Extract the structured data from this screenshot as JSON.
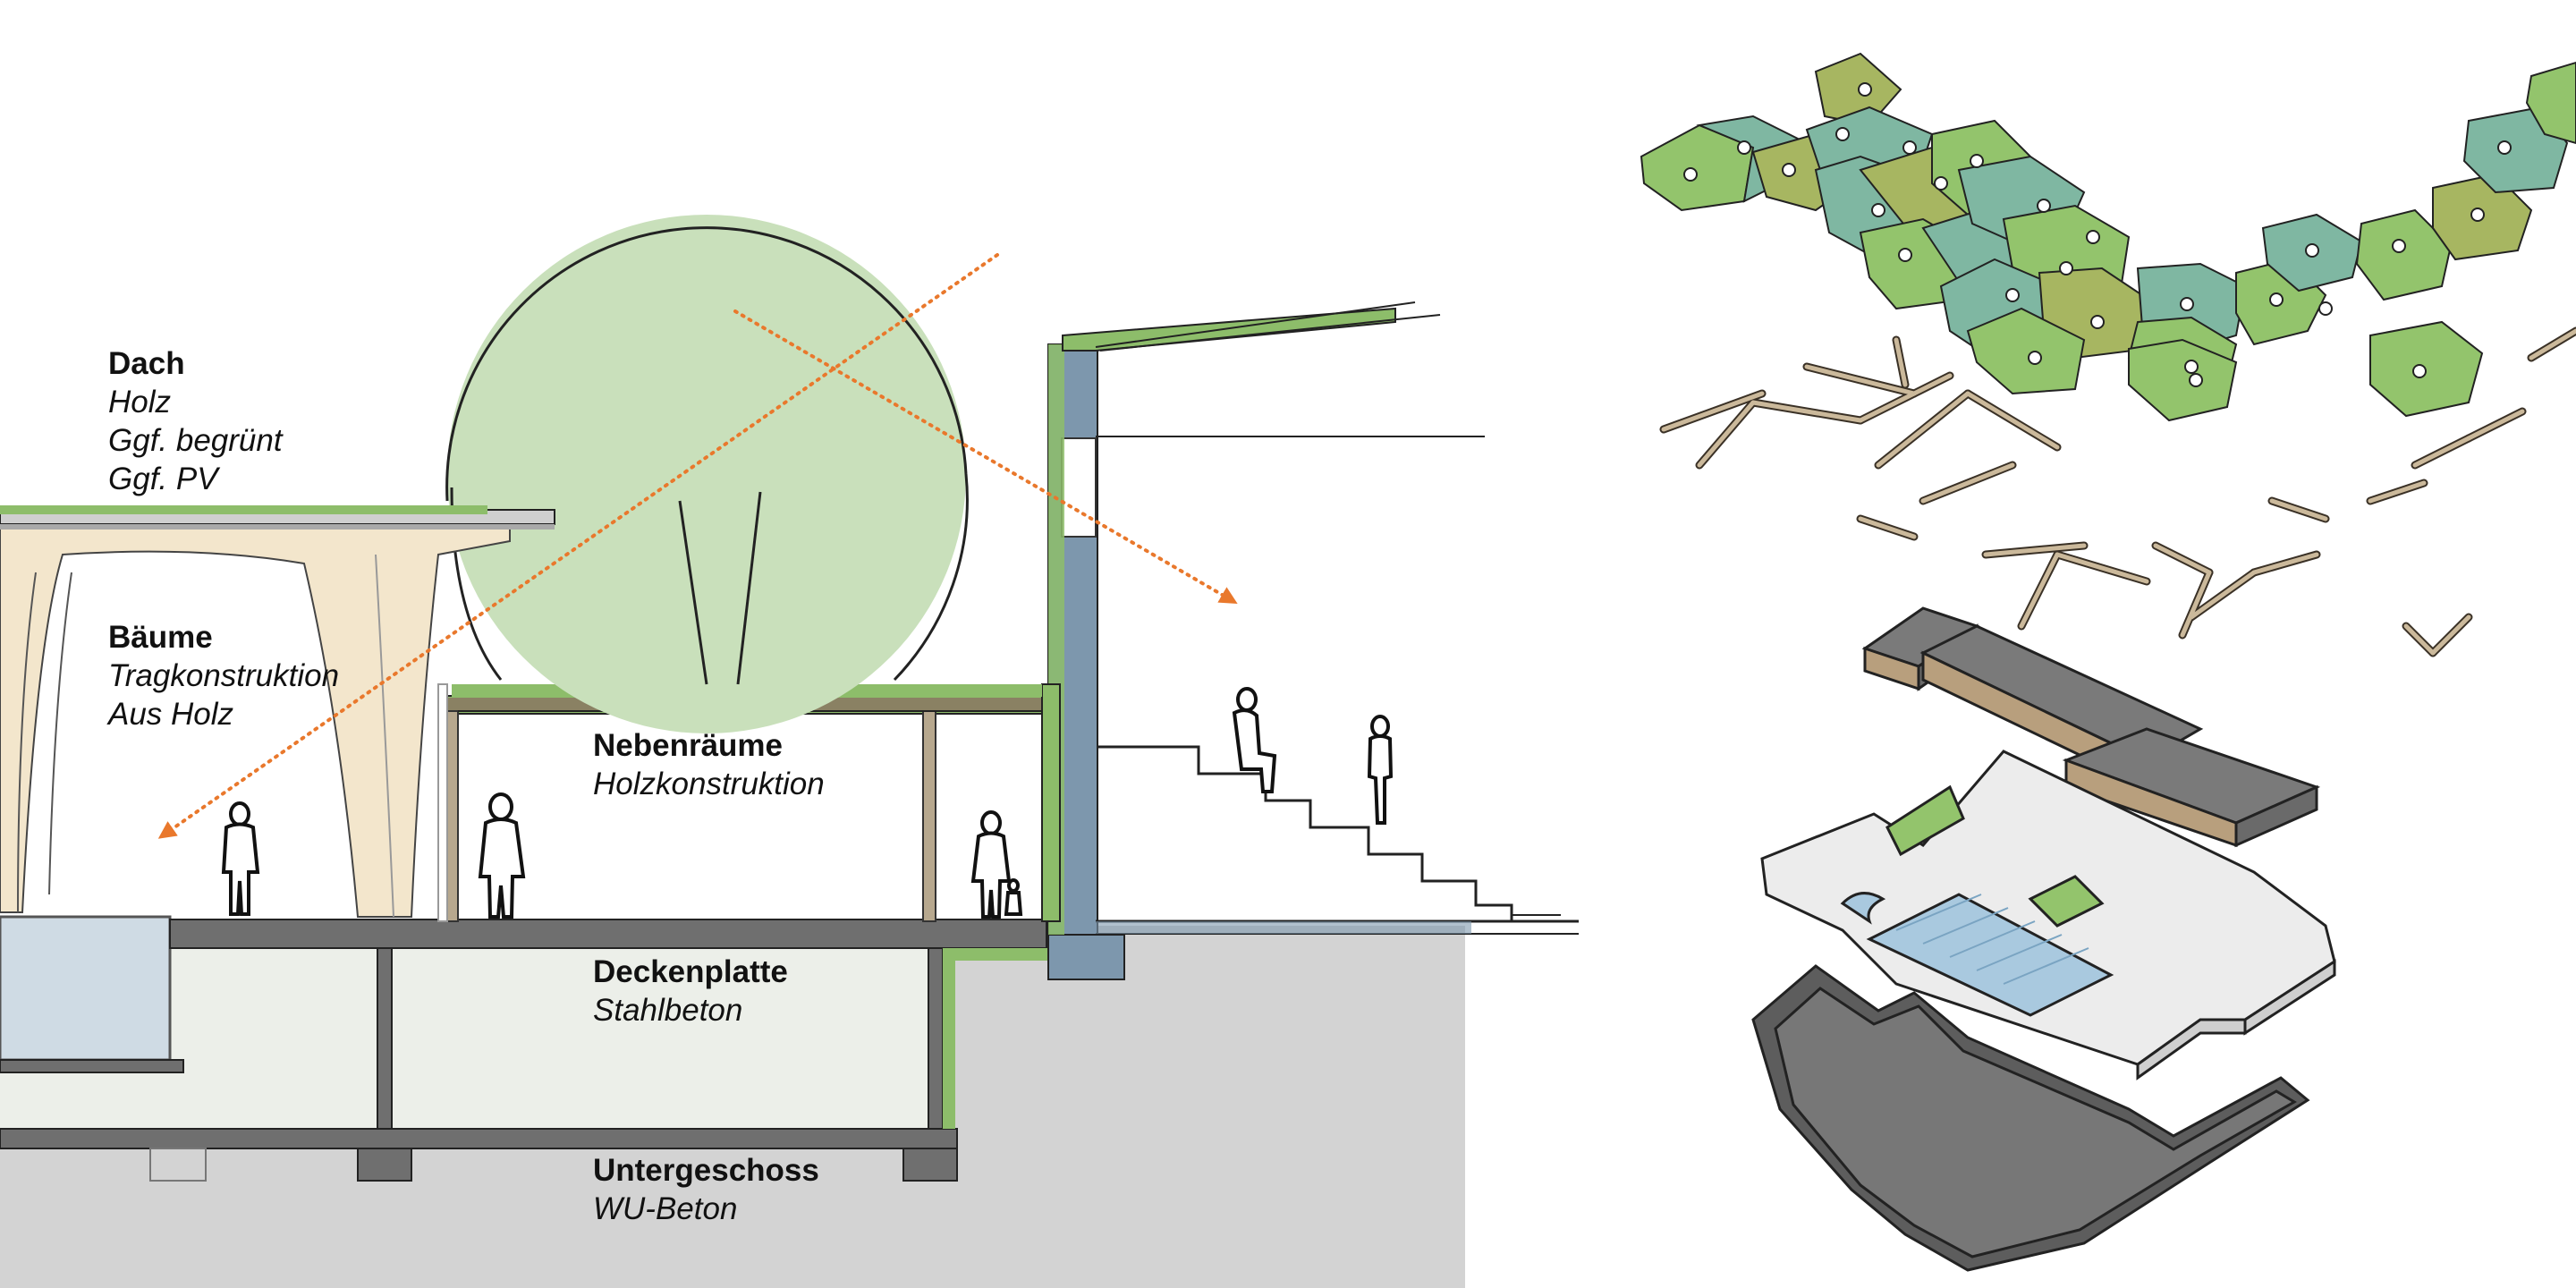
{
  "labels": {
    "roof": {
      "title": "Dach",
      "lines": [
        "Holz",
        "Ggf. begrünt",
        "Ggf. PV"
      ]
    },
    "trees": {
      "title": "Bäume",
      "lines": [
        "Tragkonstruktion",
        "Aus Holz"
      ]
    },
    "auxiliary_rooms": {
      "title": "Nebenräume",
      "lines": [
        "Holzkonstruktion"
      ]
    },
    "slab": {
      "title": "Deckenplatte",
      "lines": [
        "Stahlbeton"
      ]
    },
    "basement": {
      "title": "Untergeschoss",
      "lines": [
        "WU-Beton"
      ]
    }
  },
  "colors": {
    "green_roof": "#8dbd6a",
    "tree_canopy": "#c9e0bb",
    "timber_tree": "#f3e6cc",
    "concrete": "#6f6f6f",
    "ground": "#d3d3d3",
    "basement_fill": "#ecefe9",
    "pool_water": "#cfdbe4",
    "retaining_wall": "#7d97ad",
    "sun_arrow": "#e9782c",
    "iso_green": "#93c46c",
    "iso_olive": "#a7b661",
    "iso_teal": "#7fb7a2",
    "iso_timber": "#cbb99b",
    "iso_dark": "#5d5d5d",
    "iso_pool": "#a9c9df"
  },
  "icons": [
    "person-silhouette-icon",
    "sun-direction-arrow-icon"
  ]
}
